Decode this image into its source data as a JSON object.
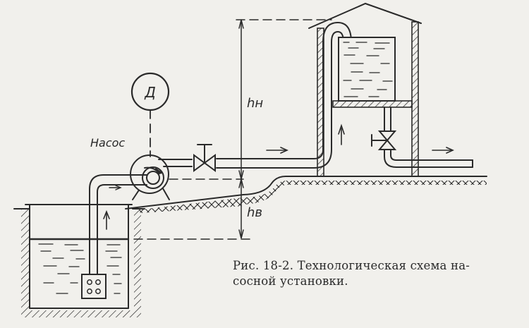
{
  "diagram": {
    "title": "Технологическая схема насосной установки",
    "labels": {
      "motor": "Д",
      "pump": "Насос",
      "discharge_head": "hн",
      "suction_head": "hв"
    },
    "components": [
      "suction-well",
      "intake-strainer",
      "suction-pipe",
      "centrifugal-pump",
      "electric-motor",
      "discharge-valve",
      "discharge-pipe",
      "water-tower",
      "storage-tank",
      "outlet-valve",
      "outlet-pipe"
    ],
    "flow_direction": [
      "up suction pipe",
      "into pump",
      "along discharge pipe",
      "up into tank",
      "out through outlet pipe"
    ]
  },
  "caption": {
    "line1": "Рис. 18-2. Технологическая схема на-",
    "line2": "сосной установки."
  },
  "colors": {
    "ink": "#2a2a2a",
    "paper": "#f1f0ec"
  }
}
